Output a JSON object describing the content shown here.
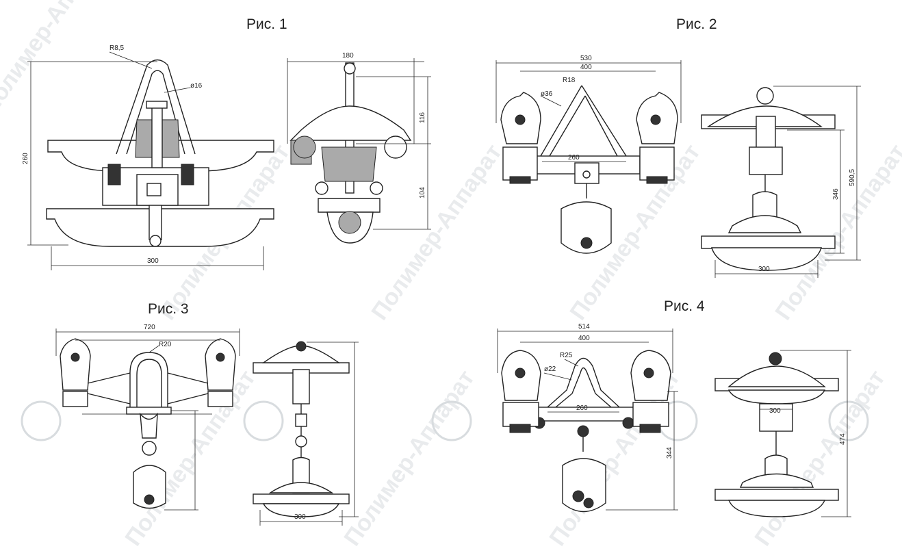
{
  "watermark": {
    "text": "Полимер-Аппарат",
    "color": "#cfd4d8"
  },
  "figures": [
    {
      "title": "Рис. 1",
      "dims": {
        "a": "R8,5",
        "b": "ø16",
        "c": "260",
        "d": "300",
        "e": "180",
        "f": "116",
        "g": "104"
      }
    },
    {
      "title": "Рис. 2",
      "dims": {
        "a": "530",
        "b": "400",
        "c": "R18",
        "d": "ø36",
        "e": "260",
        "f": "300",
        "g": "346",
        "h": "590,5"
      }
    },
    {
      "title": "Рис. 3",
      "dims": {
        "a": "720",
        "b": "R20",
        "c": "300"
      }
    },
    {
      "title": "Рис. 4",
      "dims": {
        "a": "514",
        "b": "400",
        "c": "R25",
        "d": "ø22",
        "e": "260",
        "f": "300",
        "g": "344",
        "h": "474"
      }
    }
  ]
}
